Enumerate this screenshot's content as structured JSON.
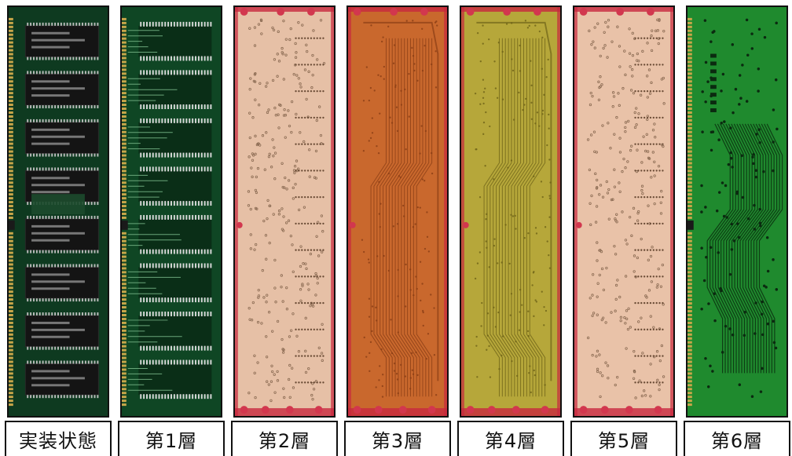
{
  "panels": [
    {
      "label": "実装状態",
      "board": "#0e3a20",
      "trace": "#3d8a55",
      "kind": "assembled"
    },
    {
      "label": "第1層",
      "board": "#0f4624",
      "trace": "#6aa67a",
      "kind": "layer1"
    },
    {
      "label": "第2層",
      "board": "#e6c0a6",
      "trace": "#8a6a52",
      "kind": "plane"
    },
    {
      "label": "第3層",
      "board": "#c9682d",
      "trace": "#8a3d15",
      "kind": "signal"
    },
    {
      "label": "第4層",
      "board": "#b6a73a",
      "trace": "#6e6318",
      "kind": "signal"
    },
    {
      "label": "第5層",
      "board": "#e9c2a8",
      "trace": "#8a6a52",
      "kind": "plane"
    },
    {
      "label": "第6層",
      "board": "#1f8a2e",
      "trace": "#0e3d14",
      "kind": "bottom"
    }
  ]
}
